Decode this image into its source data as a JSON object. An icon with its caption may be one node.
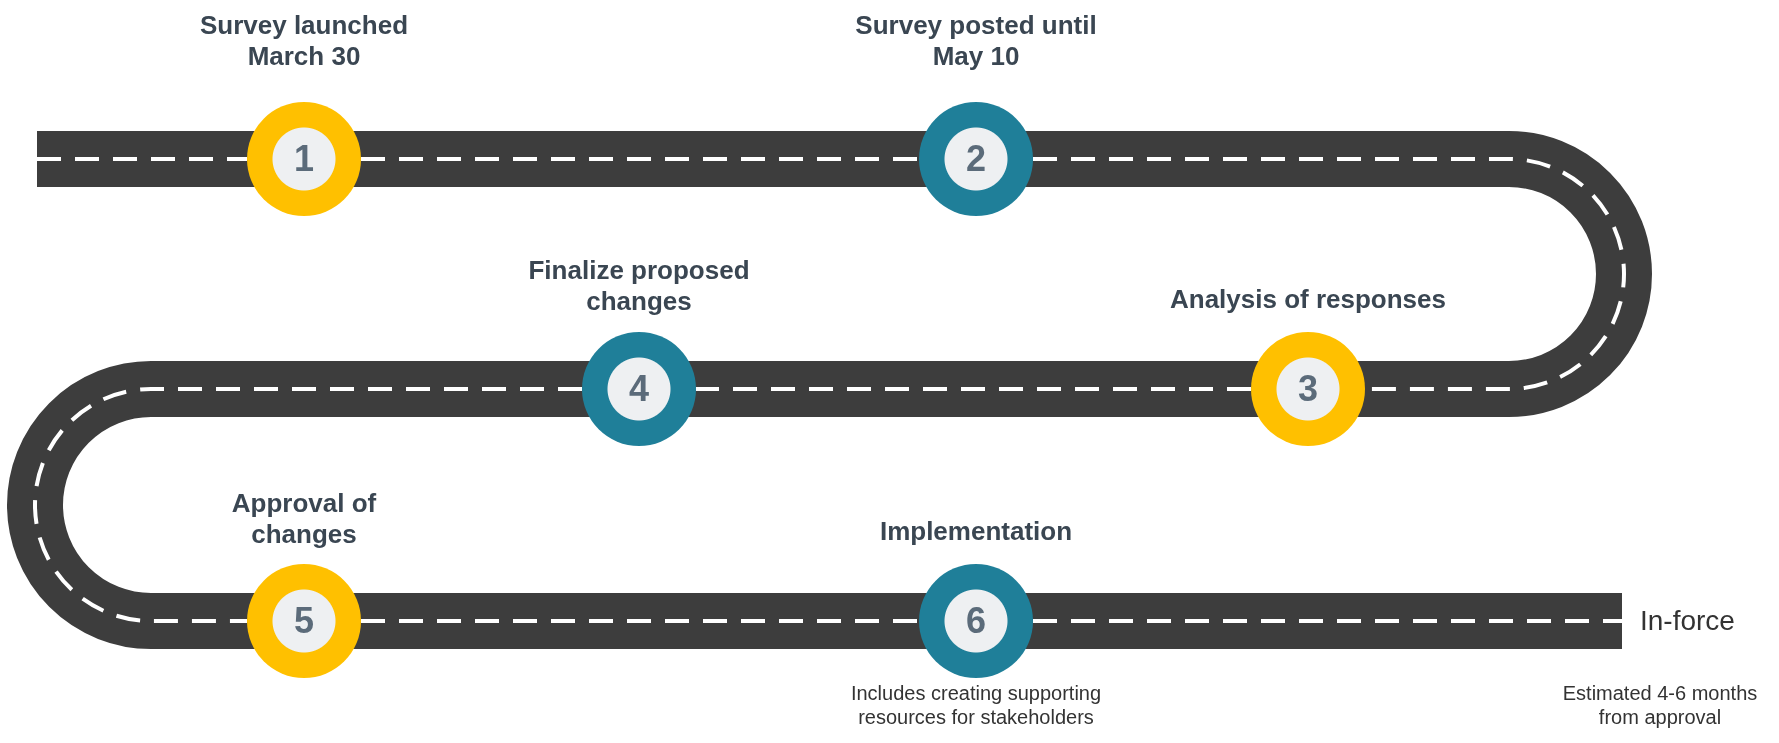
{
  "diagram": {
    "nodes": [
      {
        "text": [
          "1"
        ],
        "beside": [
          "Survey launched March 30"
        ]
      },
      {
        "text": [
          "2"
        ],
        "beside": [
          "Survey posted until May 10"
        ]
      },
      {
        "text": [
          "3"
        ],
        "beside": [
          "Analysis of responses"
        ]
      },
      {
        "text": [
          "4"
        ],
        "beside": [
          "Finalize proposed changes"
        ]
      },
      {
        "text": [
          "5"
        ],
        "beside": [
          "Approval of changes"
        ]
      },
      {
        "text": [
          "6"
        ],
        "beside": [
          "Implementation",
          "Includes creating supporting resources for stakeholders"
        ]
      },
      {
        "text": [
          "In-force"
        ],
        "beside": [
          "Estimated 4-6 months from approval"
        ]
      }
    ],
    "edges": [
      {
        "from": 0,
        "to": 1,
        "arrow": "none"
      },
      {
        "from": 1,
        "to": 2,
        "arrow": "none"
      },
      {
        "from": 2,
        "to": 3,
        "arrow": "none"
      },
      {
        "from": 3,
        "to": 4,
        "arrow": "none"
      },
      {
        "from": 4,
        "to": 5,
        "arrow": "none"
      },
      {
        "from": 5,
        "to": 6,
        "arrow": "none"
      }
    ]
  }
}
